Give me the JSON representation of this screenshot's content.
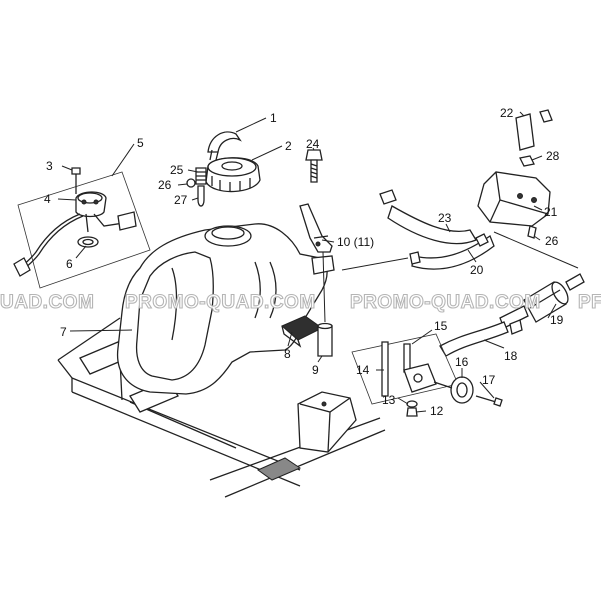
{
  "watermark": {
    "left": "UAD.COM",
    "middle": "PROMO-QUAD.COM",
    "right": "PROMO-QUAD.COM",
    "edge": "PF"
  },
  "callouts": {
    "c1": "1",
    "c2": "2",
    "c3": "3",
    "c4": "4",
    "c5": "5",
    "c6": "6",
    "c7": "7",
    "c8": "8",
    "c9": "9",
    "c10": "10 (11)",
    "c12": "12",
    "c13": "13",
    "c14": "14",
    "c15": "15",
    "c16": "16",
    "c17": "17",
    "c18": "18",
    "c19": "19",
    "c20": "20",
    "c21": "21",
    "c22": "22",
    "c23": "23",
    "c24": "24",
    "c25": "25",
    "c26a": "26",
    "c26b": "26",
    "c27": "27",
    "c28": "28"
  }
}
